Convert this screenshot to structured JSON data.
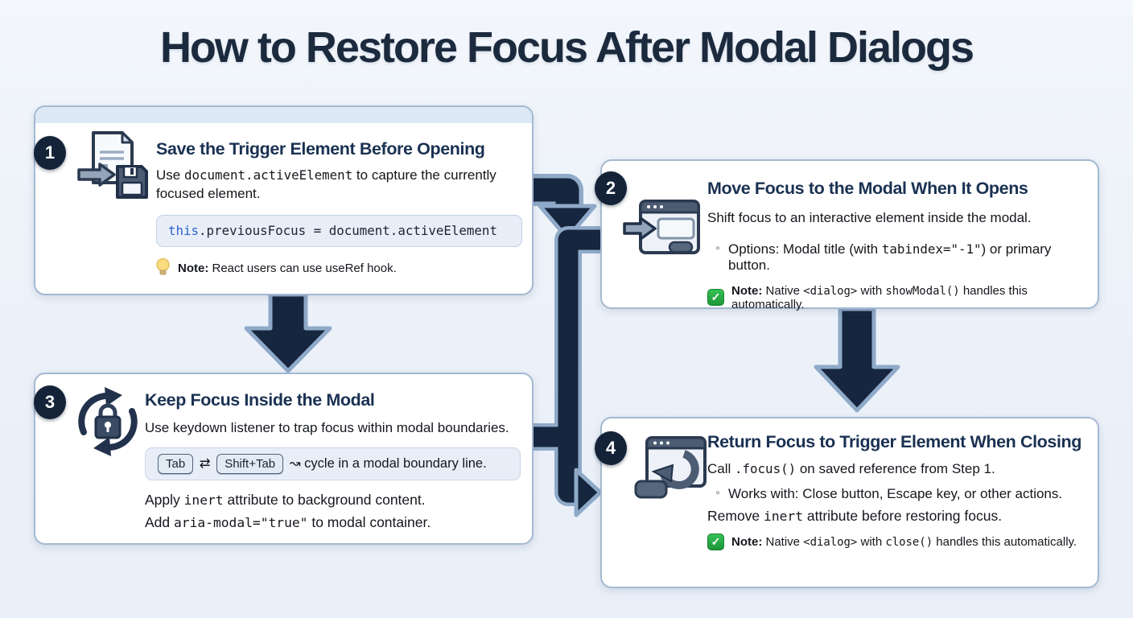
{
  "title": "How to Restore Focus After Modal Dialogs",
  "colors": {
    "background": "#edf2f9",
    "card_border": "#a4b9d1",
    "accent_navy": "#16263e",
    "connector_outline": "#8faac8",
    "code_bg": "#e8eef8",
    "keyword_blue": "#2e63c8",
    "note_green": "#23a53e",
    "title_text": "#1c2a3e"
  },
  "icons": {
    "check": "✓",
    "bullet": "◦",
    "step_icons": [
      "document-save-icon",
      "modal-window-focus-icon",
      "focus-trap-lock-icon",
      "return-focus-window-icon"
    ]
  },
  "steps": [
    {
      "number": "1",
      "title": "Save the Trigger Element Before Opening",
      "body": [
        {
          "t": "Use "
        },
        {
          "t": "document.activeElement",
          "m": 1
        },
        {
          "t": " to capture the currently focused element."
        }
      ],
      "code": [
        {
          "t": "this",
          "m": 1,
          "c": "#2e63c8"
        },
        {
          "t": ".previousFocus = document.activeElement",
          "m": 1
        }
      ],
      "note": [
        {
          "t": "Note:",
          "b": 1
        },
        {
          "t": " React users can use useRef hook."
        }
      ]
    },
    {
      "number": "2",
      "title": "Move Focus to the Modal When It Opens",
      "body": [
        {
          "t": "Shift focus to an interactive element inside the modal."
        }
      ],
      "bullet": [
        {
          "t": "Options: Modal title (with "
        },
        {
          "t": "tabindex=\"-1\"",
          "m": 1
        },
        {
          "t": ") or primary button."
        }
      ],
      "note": [
        {
          "t": "Note:",
          "b": 1
        },
        {
          "t": " Native "
        },
        {
          "t": "<dialog>",
          "m": 1
        },
        {
          "t": " with "
        },
        {
          "t": "showModal()",
          "m": 1
        },
        {
          "t": " handles this automatically."
        }
      ]
    },
    {
      "number": "3",
      "title": "Keep Focus Inside the Modal",
      "body": [
        {
          "t": "Use keydown listener to trap focus within modal boundaries."
        }
      ],
      "keys": [
        {
          "t": "Tab",
          "k": 1
        },
        {
          "t": "  ⇄  "
        },
        {
          "t": "Shift+Tab",
          "k": 1
        },
        {
          "t": "  ↝ cycle in a modal boundary line."
        }
      ],
      "line1": [
        {
          "t": "Apply "
        },
        {
          "t": "inert",
          "m": 1
        },
        {
          "t": " attribute to background content."
        }
      ],
      "line2": [
        {
          "t": "Add "
        },
        {
          "t": "aria-modal=\"true\"",
          "m": 1
        },
        {
          "t": " to modal container."
        }
      ]
    },
    {
      "number": "4",
      "title": "Return Focus to Trigger Element When Closing",
      "body": [
        {
          "t": "Call "
        },
        {
          "t": ".focus()",
          "m": 1
        },
        {
          "t": " on saved reference from Step 1."
        }
      ],
      "bullet": [
        {
          "t": "Works with: Close button, Escape key, or other actions."
        }
      ],
      "line1": [
        {
          "t": "Remove "
        },
        {
          "t": "inert",
          "m": 1
        },
        {
          "t": " attribute before restoring focus."
        }
      ],
      "note": [
        {
          "t": "Note:",
          "b": 1
        },
        {
          "t": " Native "
        },
        {
          "t": "<dialog>",
          "m": 1
        },
        {
          "t": " with "
        },
        {
          "t": "close()",
          "m": 1
        },
        {
          "t": " handles this automatically."
        }
      ]
    }
  ]
}
